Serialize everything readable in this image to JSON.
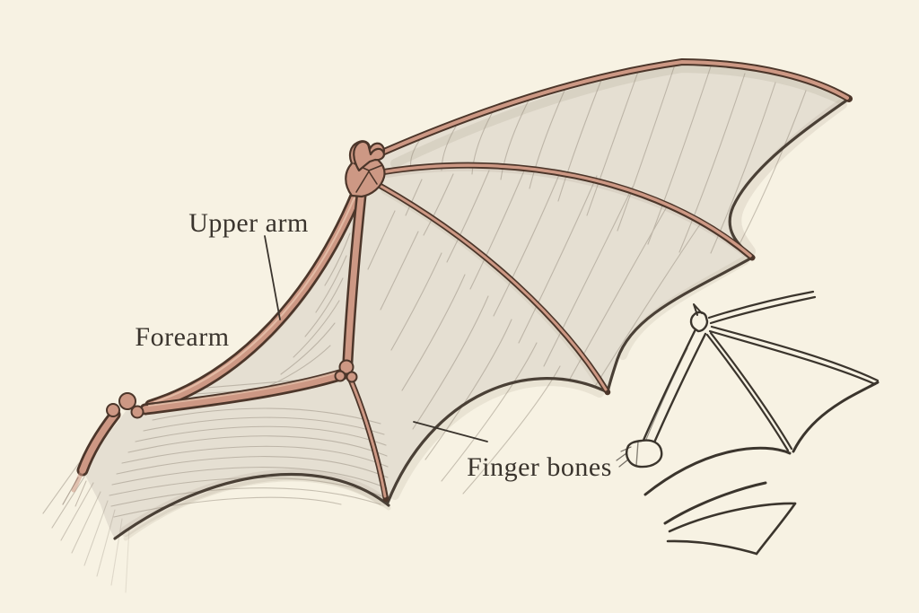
{
  "labels": {
    "upper_arm": "Upper arm",
    "forearm": "Forearm",
    "finger_bones": "Finger bones"
  },
  "colors": {
    "background": "#f7f2e3",
    "membrane": "#e5dfd2",
    "membrane_shade": "#b3a996",
    "membrane_edge": "#4a4036",
    "hatch": "#968c7e",
    "bone_fill": "#cd9884",
    "bone_highlight": "#e9c4ae",
    "bone_outline": "#4c362a",
    "sketch_line": "#3b352d",
    "text": "#3a342d",
    "leader_line": "#3a342d"
  }
}
